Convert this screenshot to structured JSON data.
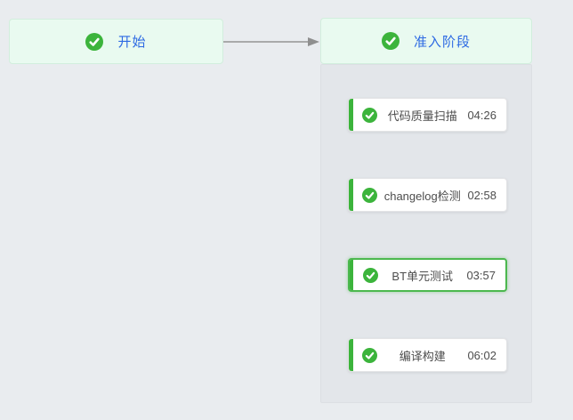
{
  "colors": {
    "page_bg": "#e9ecef",
    "column_bg": "#e3e6ea",
    "header_bg": "#e9faf0",
    "header_border": "#d2eedd",
    "link_blue": "#2d6ae3",
    "success_green": "#3cb43c",
    "selected_border": "#4cb84f",
    "text_dark": "#4d4d4d",
    "arrow_gray": "#949494"
  },
  "start_node": {
    "label": "开始",
    "status": "success"
  },
  "stage": {
    "title": "准入阶段",
    "status": "success",
    "jobs": [
      {
        "name": "代码质量扫描",
        "duration": "04:26",
        "status": "success",
        "selected": false
      },
      {
        "name": "changelog检测",
        "duration": "02:58",
        "status": "success",
        "selected": false
      },
      {
        "name": "BT单元测试",
        "duration": "03:57",
        "status": "success",
        "selected": true
      },
      {
        "name": "编译构建",
        "duration": "06:02",
        "status": "success",
        "selected": false
      }
    ]
  }
}
